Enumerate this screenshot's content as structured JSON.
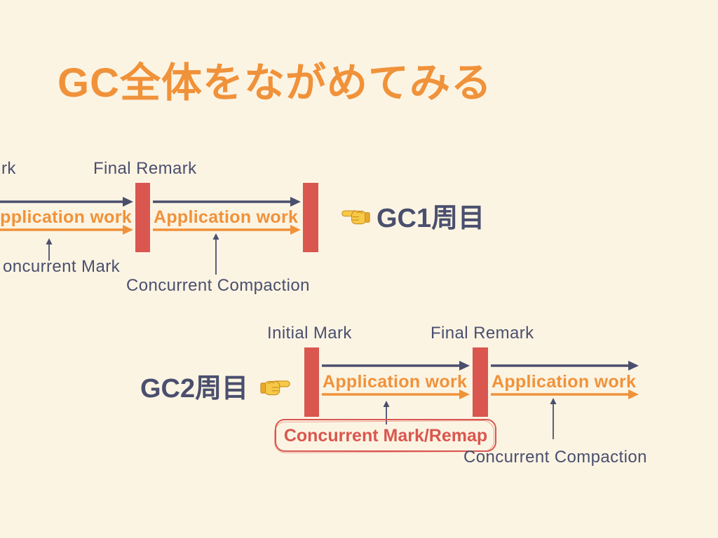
{
  "slide": {
    "title": "GC全体をながめてみる"
  },
  "colors": {
    "background": "#FCF4E3",
    "accent_orange": "#F0923A",
    "label_slate": "#4A4F6E",
    "pause_red": "#D9574F",
    "pointer_hand": "#F7C948"
  },
  "gc1": {
    "heading": "GC1周目",
    "pointer_icon": "pointing-left-hand-icon",
    "pause_labels": [
      "rk",
      "Final Remark"
    ],
    "work_segments": [
      "pplication work",
      "Application work"
    ],
    "phase_labels": [
      "oncurrent Mark",
      "Concurrent Compaction"
    ]
  },
  "gc2": {
    "heading": "GC2周目",
    "pointer_icon": "pointing-right-hand-icon",
    "pause_labels": [
      "Initial Mark",
      "Final Remark"
    ],
    "work_segments": [
      "Application work",
      "Application work"
    ],
    "phase_labels": [
      "Concurrent Mark/Remap",
      "Concurrent Compaction"
    ]
  }
}
